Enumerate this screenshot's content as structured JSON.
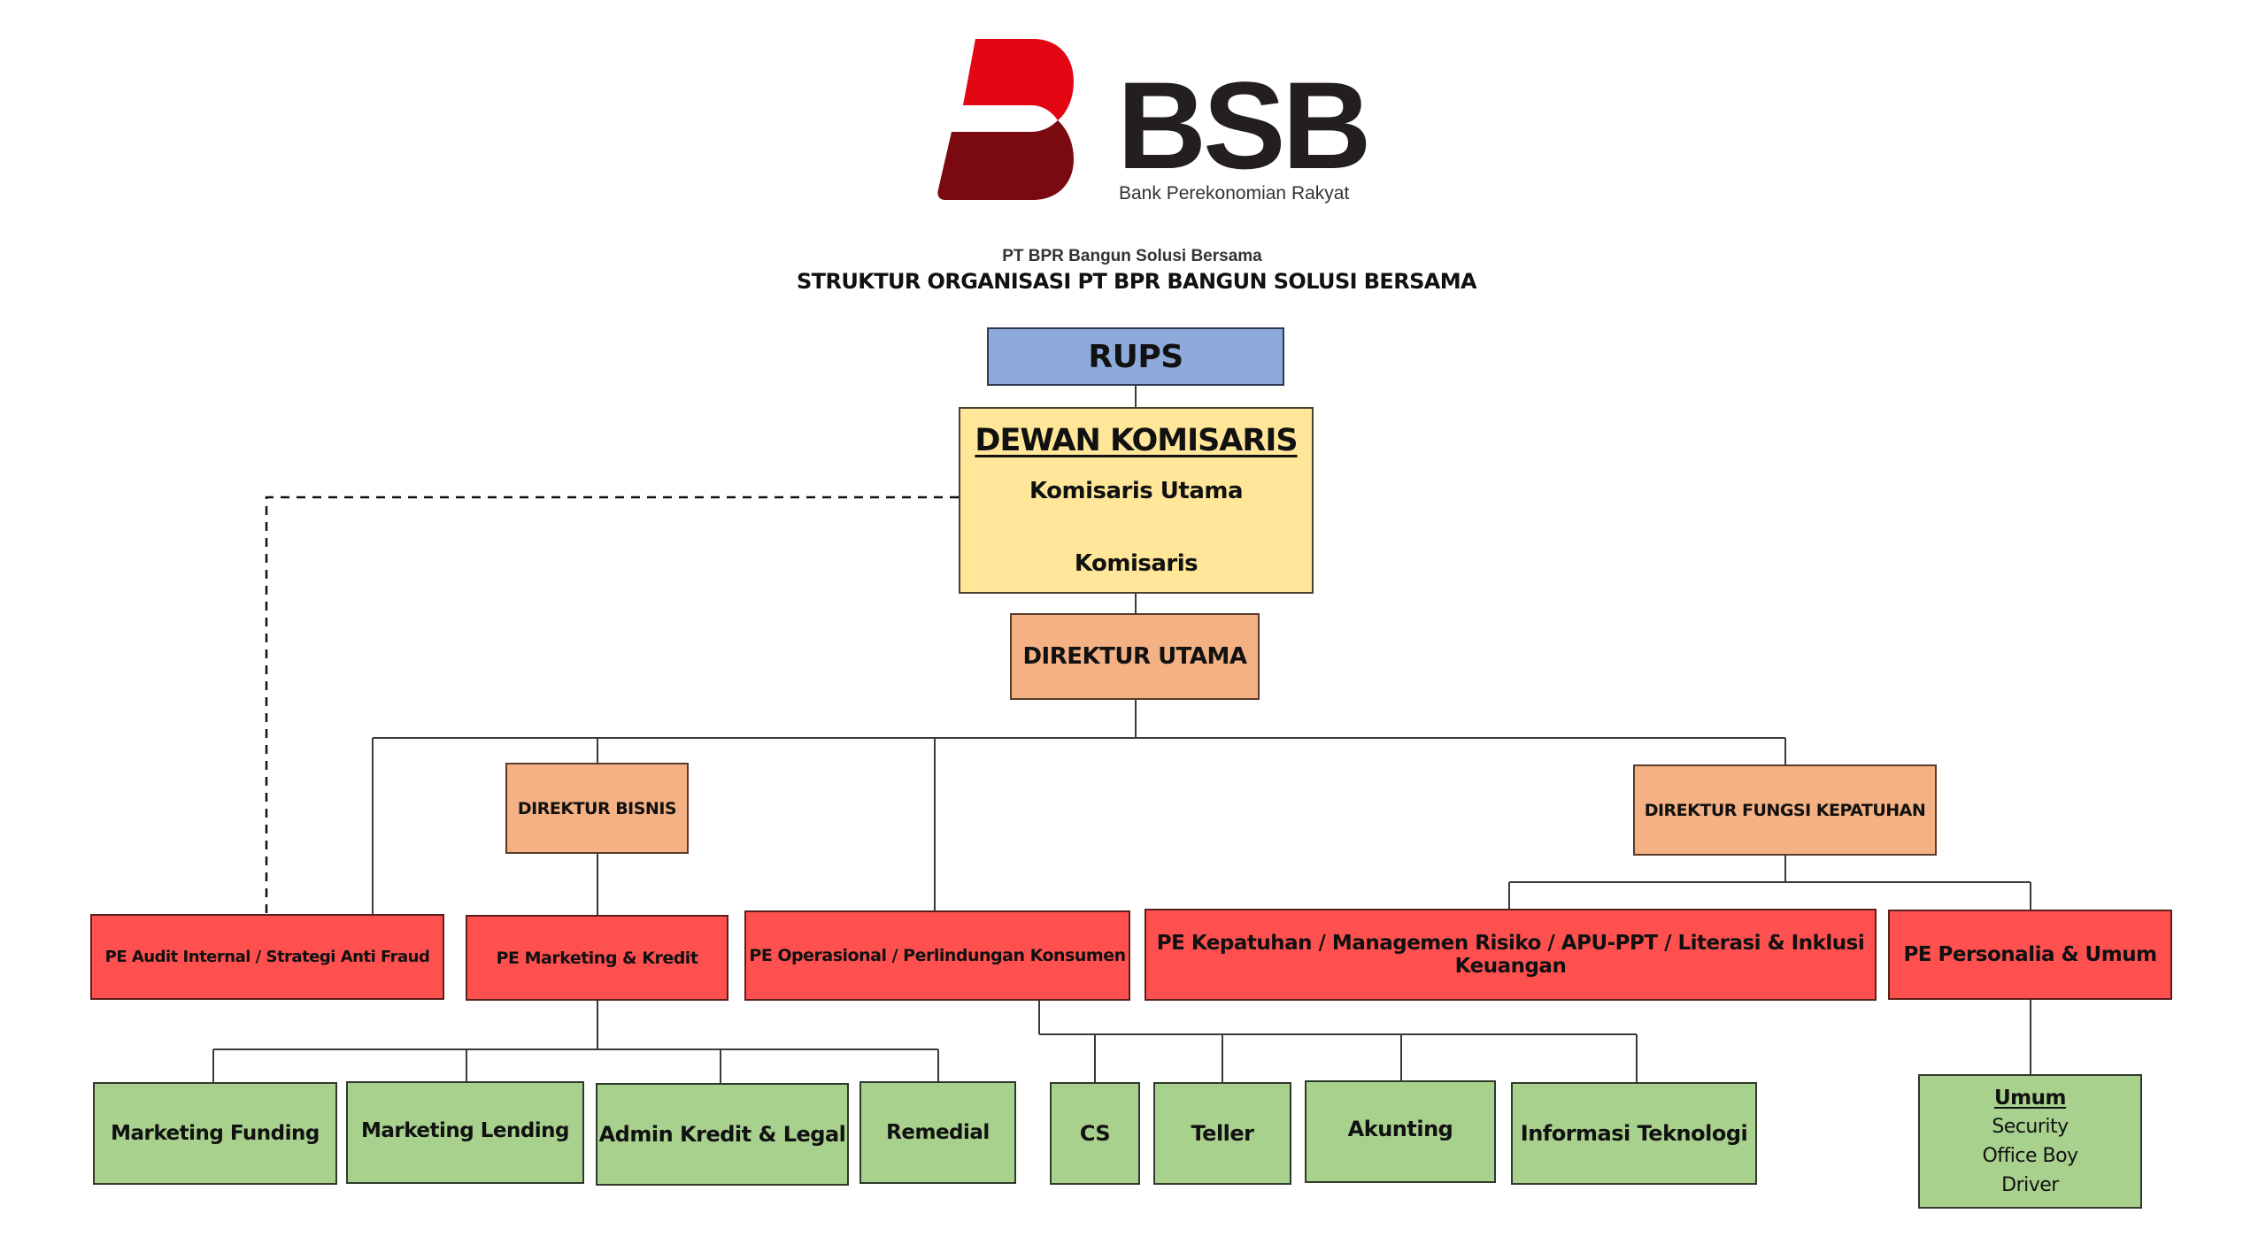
{
  "logo": {
    "wordmark": "BSB",
    "tagline": "Bank Perekonomian Rakyat",
    "company": "PT BPR Bangun Solusi Bersama",
    "colors": {
      "top": "#e30613",
      "bottom": "#7a0a10",
      "text": "#231f20"
    }
  },
  "title": "STRUKTUR ORGANISASI PT BPR BANGUN SOLUSI BERSAMA",
  "nodes": {
    "rups": "RUPS",
    "dewan": {
      "heading": "DEWAN KOMISARIS",
      "members": [
        "Komisaris Utama",
        "Komisaris"
      ]
    },
    "direktur_utama": "DIREKTUR UTAMA",
    "direktur_bisnis": "DIREKTUR BISNIS",
    "direktur_fungsi": "DIREKTUR FUNGSI KEPATUHAN",
    "pe_audit": "PE Audit Internal / Strategi Anti Fraud",
    "pe_marketing": "PE Marketing & Kredit",
    "pe_operasional": "PE Operasional / Perlindungan Konsumen",
    "pe_kepatuhan": "PE Kepatuhan / Managemen Risiko / APU-PPT / Literasi & Inklusi Keuangan",
    "pe_personalia": "PE Personalia & Umum",
    "marketing_units": [
      "Marketing Funding",
      "Marketing Lending",
      "Admin Kredit & Legal",
      "Remedial"
    ],
    "operasional_units": [
      "CS",
      "Teller",
      "Akunting",
      "Informasi Teknologi"
    ],
    "umum": {
      "heading": "Umum",
      "members": [
        "Security",
        "Office Boy",
        "Driver"
      ]
    }
  },
  "colors": {
    "rups": "#8eaadb",
    "dewan": "#ffe699",
    "direktur": "#f4b183",
    "pe": "#ff5050",
    "unit": "#a9d18e"
  }
}
